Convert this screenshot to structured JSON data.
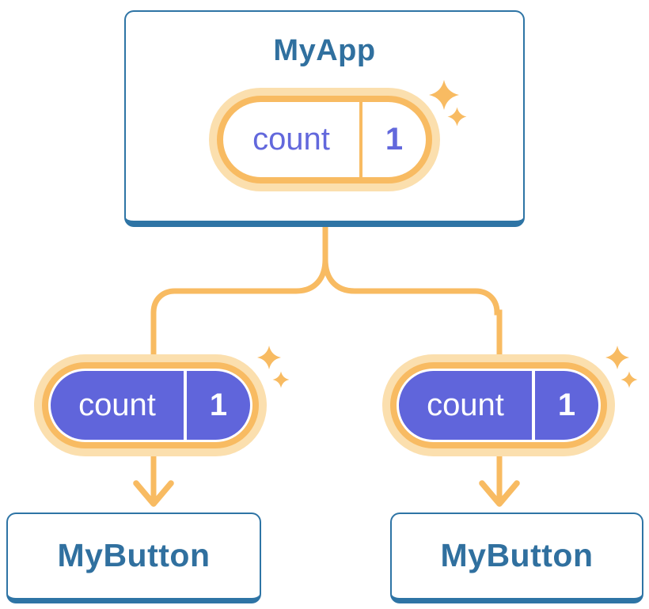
{
  "diagram": {
    "description": "React state tree diagram: parent component holds count state passed to two child buttons",
    "root": {
      "title": "MyApp",
      "state": {
        "name": "count",
        "value": "1"
      }
    },
    "children": [
      {
        "title": "MyButton",
        "state": {
          "name": "count",
          "value": "1"
        }
      },
      {
        "title": "MyButton",
        "state": {
          "name": "count",
          "value": "1"
        }
      }
    ],
    "colors": {
      "frame_blue": "#2E74A5",
      "title_text_blue": "#30709F",
      "accent_orange": "#F8BB62",
      "accent_cream": "#FBDFAE",
      "state_purple": "#6065DB",
      "pill_text_purple": "#6268DC",
      "background": "#FFFFFF"
    },
    "icons": [
      "sparkle-icon"
    ]
  }
}
